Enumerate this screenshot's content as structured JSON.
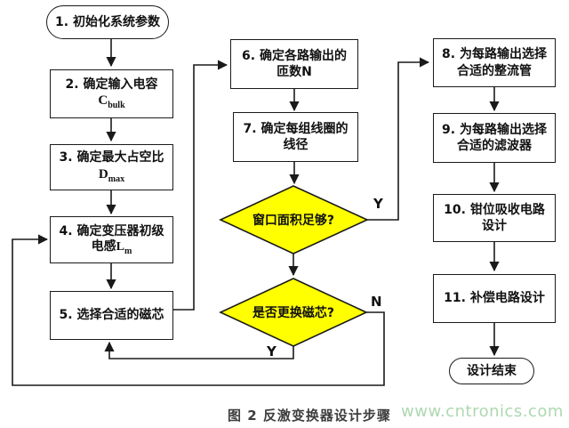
{
  "figure": {
    "caption": "图 2 反激变换器设计步骤",
    "watermark": "www.cntronics.com"
  },
  "colors": {
    "decision_fill": "#FFFF00",
    "line": "#1a1a1a",
    "watermark_green": "#aed8b0"
  },
  "nodes": {
    "start": {
      "label": "1. 初始化系统参数"
    },
    "step2": {
      "line1": "2. 确定输入电容",
      "sym_base": "C",
      "sym_sub": "bulk"
    },
    "step3": {
      "line1": "3. 确定最大占空比",
      "sym_base": "D",
      "sym_sub": "max"
    },
    "step4": {
      "line1": "4. 确定变压器初级",
      "line2_base": "电感L",
      "line2_sub": "m"
    },
    "step5": {
      "label": "5. 选择合适的磁芯"
    },
    "step6": {
      "line1": "6. 确定各路输出的",
      "line2": "匝数N"
    },
    "step7": {
      "line1": "7. 确定每组线圈的",
      "line2": "线径"
    },
    "decision_window": {
      "label": "窗口面积足够?"
    },
    "decision_core": {
      "label": "是否更换磁芯?"
    },
    "step8": {
      "line1": "8. 为每路输出选择",
      "line2": "合适的整流管"
    },
    "step9": {
      "line1": "9. 为每路输出选择",
      "line2": "合适的滤波器"
    },
    "step10": {
      "line1": "10. 钳位吸收电路",
      "line2": "设计"
    },
    "step11": {
      "label": "11. 补偿电路设计"
    },
    "end": {
      "label": "设计结束"
    }
  },
  "edge_labels": {
    "window_yes": "Y",
    "core_yes": "Y",
    "core_no": "N"
  }
}
